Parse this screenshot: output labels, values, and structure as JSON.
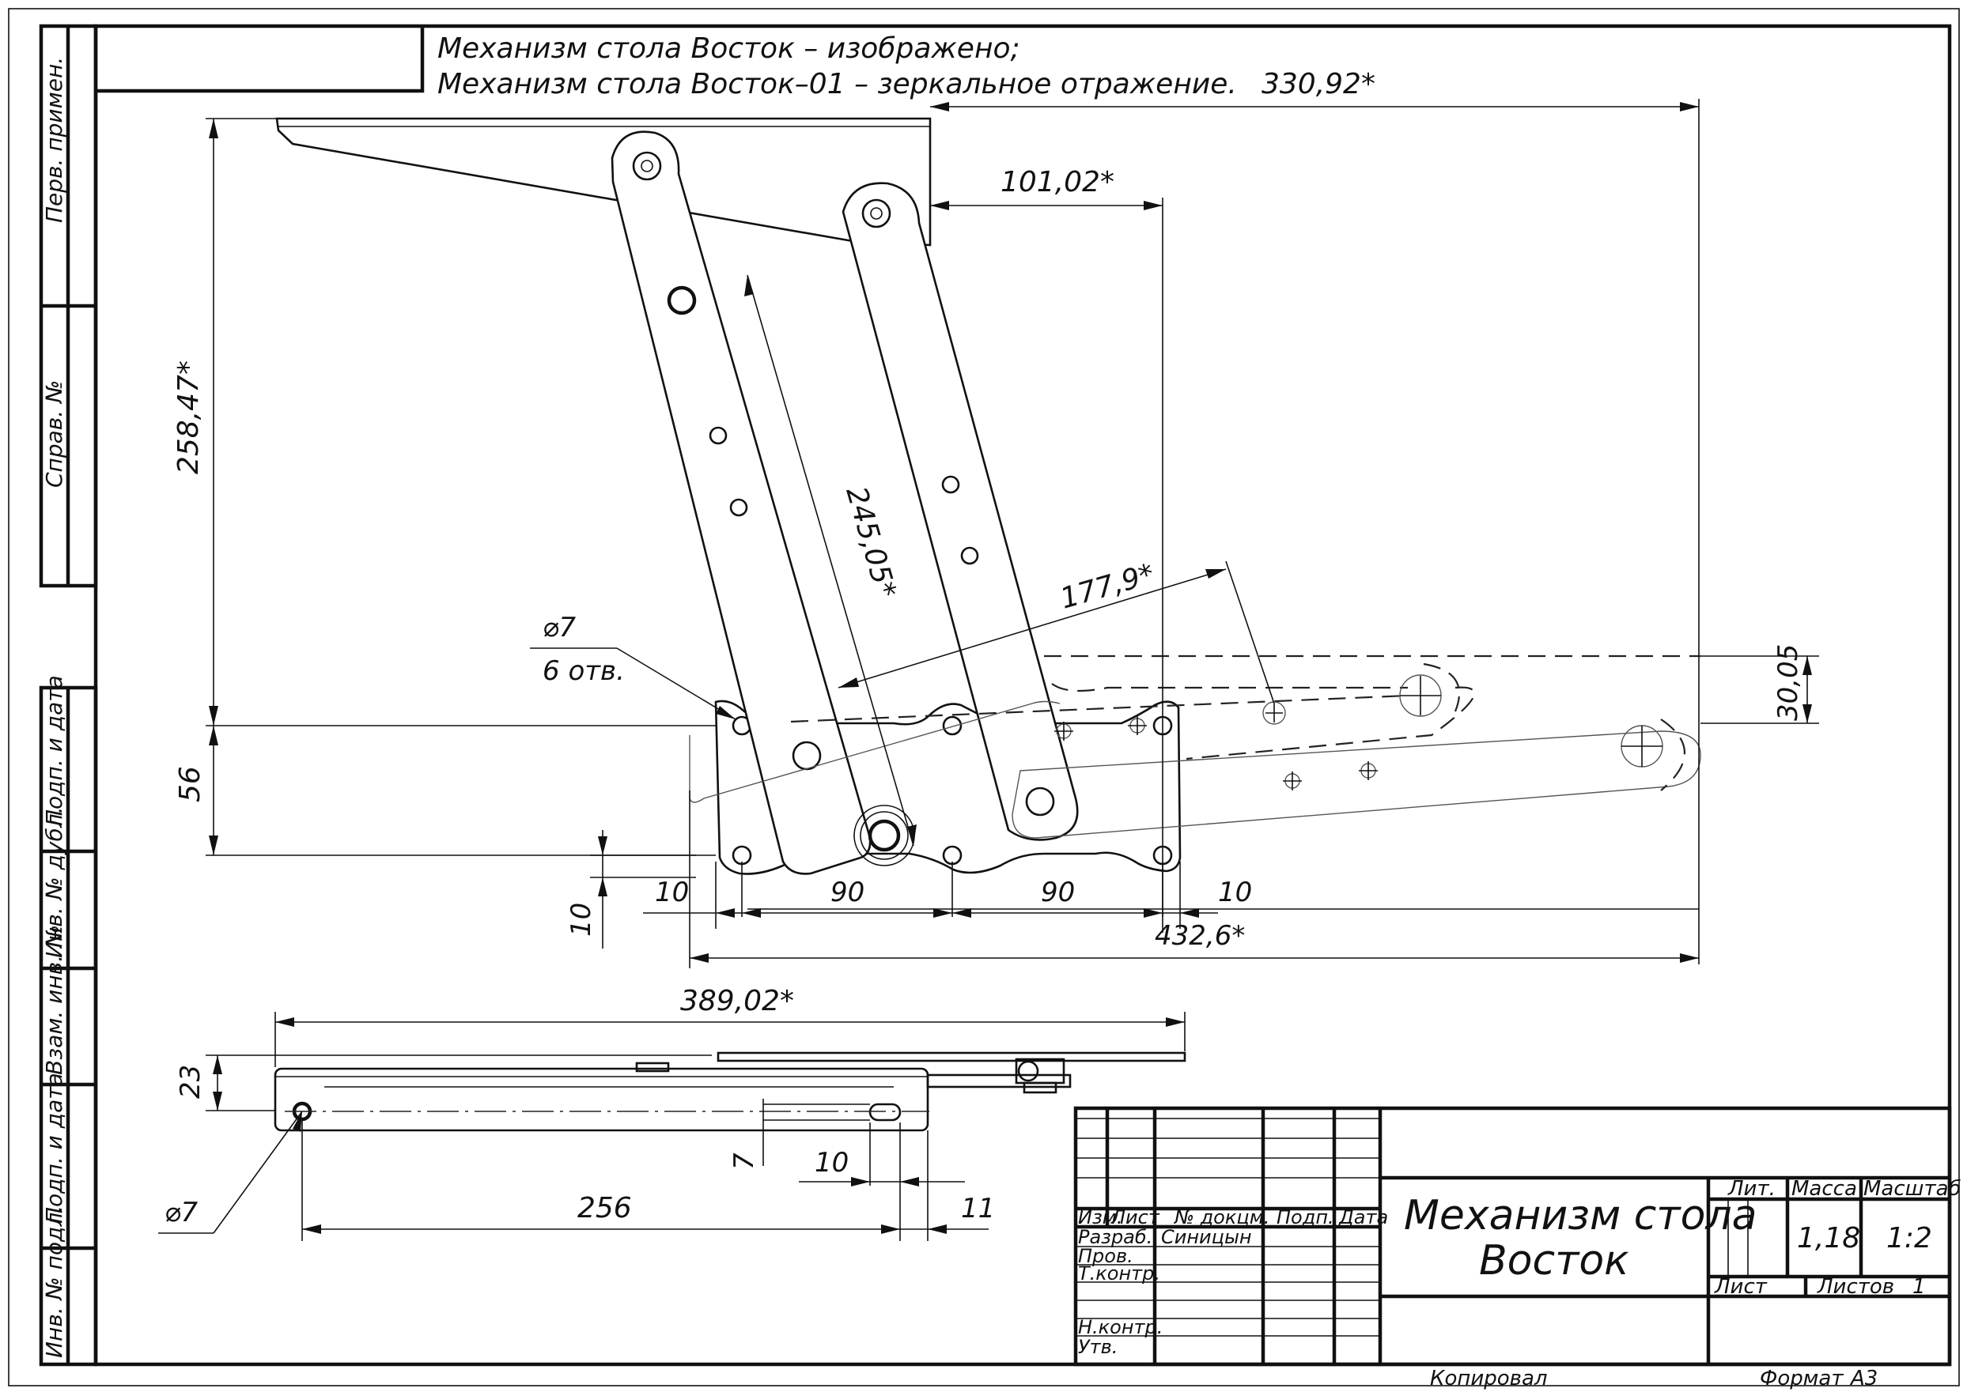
{
  "notes": {
    "line1": "Механизм стола Восток – изображено;",
    "line2": "Механизм стола Восток–01 – зеркальное отражение."
  },
  "dimensions": {
    "d330": "330,92*",
    "d101": "101,02*",
    "d258": "258,47*",
    "d245": "245,05*",
    "d177": "177,9*",
    "d30": "30,05",
    "phi7_top": "⌀7",
    "holes": "6 отв.",
    "d56": "56",
    "d10_left_h": "10",
    "d10_left_v": "10",
    "d90_a": "90",
    "d90_b": "90",
    "d10_right": "10",
    "d432": "432,6*",
    "d389": "389,02*",
    "d23": "23",
    "d7": "7",
    "d10_small": "10",
    "d256": "256",
    "d11": "11",
    "phi7_bottom": "⌀7"
  },
  "side_columns": {
    "c1": "Перв. примен.",
    "c2": "Справ. №",
    "c3": "Подп. и дата",
    "c4": "Инв. № дубл.",
    "c5": "Взам. инв. №",
    "c6": "Подп. и дата",
    "c7": "Инв. № подл."
  },
  "title_block": {
    "title_line1": "Механизм стола",
    "title_line2": "Восток",
    "col_izm": "Изм.",
    "col_list": "Лист",
    "col_doc": "№ докцм.",
    "col_podp": "Подп.",
    "col_date": "Дата",
    "razrab": "Разраб.",
    "razrab_name": "Синицын",
    "prov": "Пров.",
    "tkontr": "Т.контр.",
    "nkontr": "Н.контр.",
    "utv": "Утв.",
    "lit": "Лит.",
    "massa": "Масса",
    "masshtab": "Масштаб",
    "massa_value": "1,18",
    "scale_value": "1:2",
    "list_label": "Лист",
    "listov_label": "Листов",
    "listov_value": "1"
  },
  "footer": {
    "copied": "Копировал",
    "format_label": "Формат",
    "format_value": "А3"
  }
}
